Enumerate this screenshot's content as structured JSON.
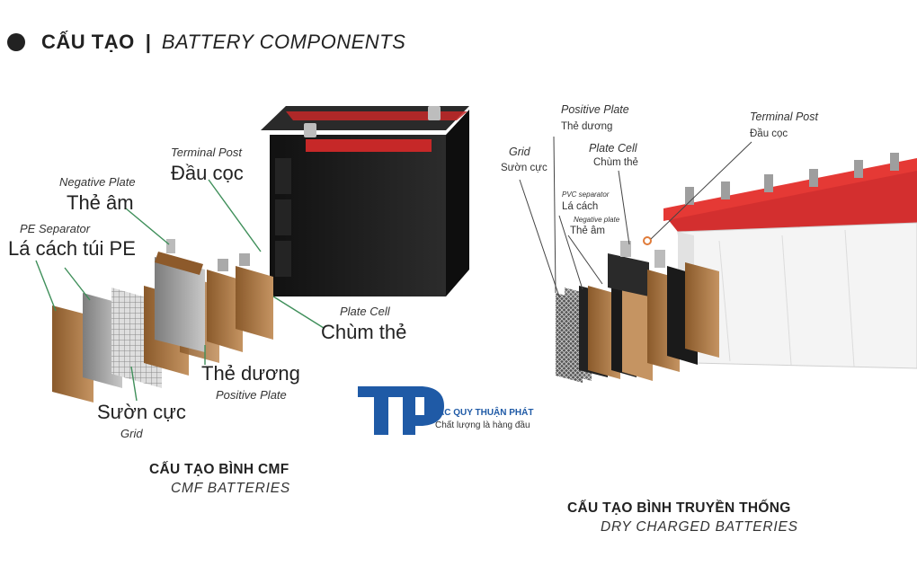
{
  "header": {
    "title_vi": "CẤU TẠO",
    "separator": "|",
    "title_en": "BATTERY COMPONENTS"
  },
  "cmf": {
    "labels": {
      "terminal_post_en": "Terminal Post",
      "terminal_post_vi": "Đầu cọc",
      "negative_plate_en": "Negative Plate",
      "negative_plate_vi": "Thẻ âm",
      "pe_separator_en": "PE Separator",
      "pe_separator_vi": "Lá cách túi PE",
      "plate_cell_en": "Plate Cell",
      "plate_cell_vi": "Chùm thẻ",
      "positive_plate_vi": "Thẻ dương",
      "positive_plate_en": "Positive Plate",
      "grid_vi": "Sườn cực",
      "grid_en": "Grid"
    },
    "caption_vi": "CẤU TẠO BÌNH CMF",
    "caption_en": "CMF BATTERIES"
  },
  "dry": {
    "labels": {
      "positive_plate_en": "Positive Plate",
      "positive_plate_vi": "Thẻ dương",
      "plate_cell_en": "Plate Cell",
      "plate_cell_vi": "Chùm thẻ",
      "terminal_post_en": "Terminal Post",
      "terminal_post_vi": "Đầu cọc",
      "grid_en": "Grid",
      "grid_vi": "Sườn cực",
      "pvc_separator_en": "PVC separator",
      "pvc_separator_vi": "Lá cách",
      "negative_plate_en": "Negative plate",
      "negative_plate_vi": "Thẻ âm"
    },
    "caption_vi": "CẤU TẠO BÌNH TRUYỀN THỐNG",
    "caption_en": "DRY CHARGED BATTERIES"
  },
  "logo": {
    "mark": "TP",
    "name": "ẮC QUY THUẬN PHÁT",
    "tagline": "Chất lượng là hàng đầu"
  },
  "colors": {
    "cmf_case": "#1c1c1c",
    "cmf_lid_accent": "#c62828",
    "dry_lid": "#d32f2f",
    "dry_case": "#f2f2f2",
    "plate_brown": "#b07a45",
    "plate_gray": "#9a9a9a",
    "label_line": "#3f8f5a",
    "logo_blue": "#1f5aa6"
  }
}
